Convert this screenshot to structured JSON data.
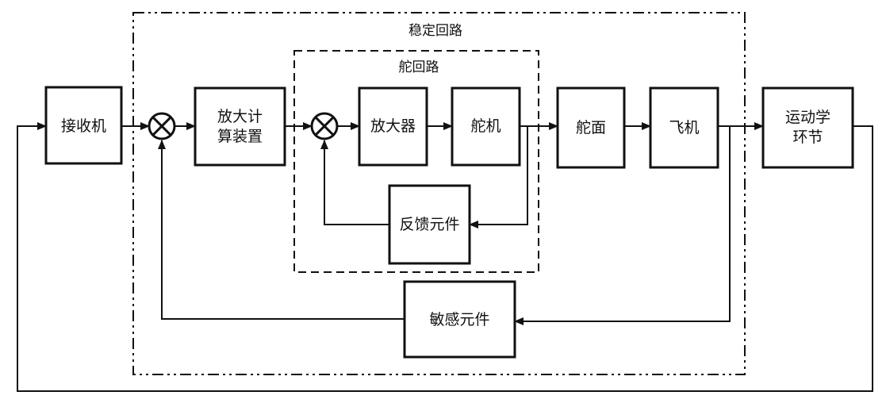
{
  "frames": {
    "stability_loop": "稳定回路",
    "servo_loop": "舵回路"
  },
  "blocks": {
    "receiver": [
      "接收机"
    ],
    "amp_computer": [
      "放大计",
      "算装置"
    ],
    "amplifier": [
      "放大器"
    ],
    "servo": [
      "舵机"
    ],
    "feedback": [
      "反馈元件"
    ],
    "rudder_surface": [
      "舵面"
    ],
    "aircraft": [
      "飞机"
    ],
    "kinematic": [
      "运动学",
      "环节"
    ],
    "sensor": [
      "敏感元件"
    ]
  },
  "colors": {
    "ink": "#111111",
    "background": "#ffffff"
  },
  "icons": {
    "summing_junction": "circle-x-icon",
    "arrowhead": "arrowhead-icon"
  }
}
